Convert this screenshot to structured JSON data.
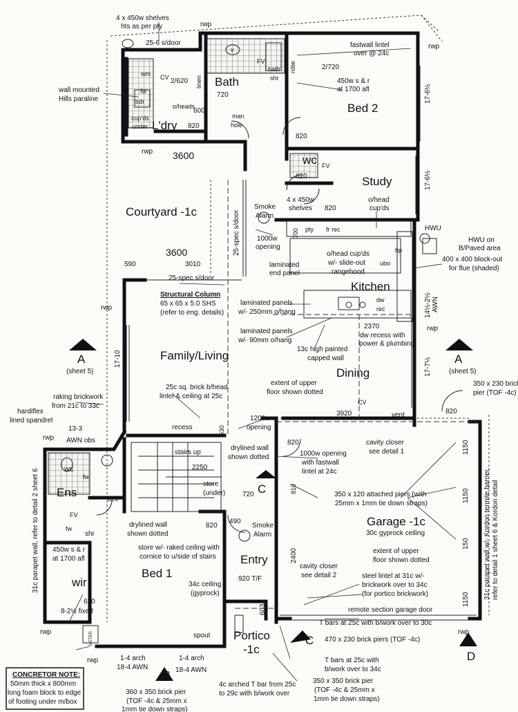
{
  "rooms": {
    "bath": "Bath",
    "bed2": "Bed 2",
    "ldry": "L'dry",
    "wc_upper": "wc",
    "study": "Study",
    "courtyard": "Courtyard -1c",
    "kitchen": "Kitchen",
    "family_living": "Family/Living",
    "dining": "Dining",
    "ens": "Ens",
    "wc_ens": "wc",
    "wir": "wir",
    "bed1": "Bed 1",
    "entry": "Entry",
    "garage": "Garage -1c",
    "portico_1": "Portico",
    "portico_2": "-1c"
  },
  "labels": {
    "shelves_top_1": "4 x 450w shelves",
    "shelves_top_2": "hts as per pty",
    "rwp_top": "rwp",
    "sdoor_256": "25-6 s/door",
    "rwp_topright": "rwp",
    "fastwall_1": "fastwall lintel",
    "fastwall_2": "over @ 24c",
    "v": "v",
    "fv_bath": "FV",
    "bath_shr_1": "bath",
    "bath_shr_2": "shr",
    "robe": "robe",
    "d2720": "2/720",
    "wm": "wm",
    "cv_ldry": "CV",
    "d2620": "2/620",
    "linen": "linen",
    "d720": "720",
    "wm_hills_1": "wall mounted",
    "wm_hills_2": "Hills paraline",
    "fw_ldry": "fw",
    "tub": "tub",
    "oheads": "o/heads",
    "d600": "600",
    "cupds_1": "cup'ds",
    "cupds_2": "under",
    "d820_ldry": "820",
    "manhole_1": "man",
    "manhole_2": "hole",
    "ws_bed2_1": "450w s & r",
    "ws_bed2_2": "at 1700 afl",
    "d176_bed2": "17-6½",
    "d820_bed2": "820",
    "rwp_ldry": "rwp",
    "d3600_top": "3600",
    "fv_wc": "FV",
    "d620_wc": "620",
    "d176_study": "17-6½",
    "shelves_study_1": "4 x 450w",
    "shelves_study_2": "shelves",
    "d820_study": "820",
    "ohead_cupds_1": "o/head",
    "ohead_cupds_2": "cup'ds",
    "smoke_alarm_1": "Smoke",
    "smoke_alarm_2": "Alarm",
    "opening_1000_1": "1000w",
    "opening_1000_2": "opening",
    "spec_sdoor_v": "25-spec s/door",
    "d700": "700",
    "pty": "pty",
    "frrec": "fr rec",
    "hwu": "HWU",
    "hwu_note_1": "HWU on",
    "hwu_note_2": "B/Paved area",
    "d3600_mid": "3600",
    "d590": "590",
    "d3010": "3010",
    "laminated_end_1": "laminated",
    "laminated_end_2": "end panel",
    "ohead_slide_1": "o/head cup'ds",
    "ohead_slide_2": "w/- slide-out",
    "ohead_slide_3": "rangehood",
    "ubo": "ubo",
    "hp": "hp",
    "blockout_1": "400 x 400 block-out",
    "blockout_2": "for flue (shaded)",
    "spec_sdoor_h": "25-spec s/door",
    "structural_col_title": "Structural Column",
    "structural_col_1": "65 x 65 x 5.0 SHS",
    "structural_col_2": "(refer to eng. details)",
    "lam_250_1": "laminated panels",
    "lam_250_2": "w/- 250mm o/hang",
    "dw_1": "dw",
    "dw_2": "rec",
    "awn": "AWN",
    "d1422": "14½-2½",
    "rwp_left": "rwp",
    "lam_90_1": "laminated panels",
    "lam_90_2": "w/- 90mm o/hang",
    "d2370": "2370",
    "dw_recess_1": "dw recess with",
    "dw_recess_2": "power & plumbing",
    "rwp_right": "rwp",
    "capped_wall_1": "13c high painted",
    "capped_wall_2": "capped wall",
    "sectionA_left": "A",
    "sectionA_left_sheet": "(sheet 5)",
    "sectionA_right": "A",
    "sectionA_right_sheet": "(sheet 5)",
    "d1710": "17-10",
    "d1772": "17-7½",
    "extent_upper_1": "extent of upper",
    "extent_upper_2": "floor shown dotted",
    "pier_350_1": "350 x 230 brick",
    "pier_350_2": "pier (TOF -4c)",
    "lintel_25_1": "25c sq. brick b/head",
    "lintel_25_2": "lintel & ceiling at 25c",
    "raking_1": "raking brickwork",
    "raking_2": "from 21c to 33c",
    "hardiflex_1": "hardiflex",
    "hardiflex_2": "lined spandrel",
    "cv_dining": "CV",
    "d3920": "3920",
    "vent": "vent",
    "d820_garage": "820",
    "d133": "13-3",
    "awn_obs": "AWN obs",
    "rwp_ens": "rwp",
    "opening_1200_1": "1200w",
    "opening_1200_2": "opening",
    "recess": "recess",
    "d530": "530",
    "d820_mid": "820",
    "cavity_1_1": "cavity closer",
    "cavity_1_2": "see detail 1",
    "parapet_left": "31c parapet wall, refer to detail 2 sheet 6",
    "stairs_up": "stairs up",
    "drylined_1": "drylined wall",
    "drylined_2": "shown dotted",
    "opening_fast_1": "1000w opening",
    "opening_fast_2": "with fastwall",
    "opening_fast_3": "lintel at 24c",
    "d1150_a": "1150",
    "d2250": "2250",
    "fw_ens": "fw",
    "store_1": "store",
    "store_2": "(under)",
    "d720_c": "720",
    "section_c_top": "C",
    "d810": "810",
    "attached_piers_1": "350 x 120 attached piers (with",
    "attached_piers_2": "25mm x 1mm tie down straps)",
    "d1150_b": "1150",
    "d620_ens": "620",
    "fv_ens": "FV",
    "fw_ens2": "fw",
    "shr_ens": "shr",
    "drylined_b1_1": "drylined wall",
    "drylined_b1_2": "shown dotted",
    "d820_b1": "820",
    "d490": "490",
    "smoke_b_1": "Smoke",
    "smoke_b_2": "Alarm",
    "gyprock_garage": "30c gyprock ceiling",
    "parapet_right_1": "31c parapet wall w/- Kordon termite barrier,",
    "parapet_right_2": "refer to detail 1 sheet 6 & Kordon detail",
    "ws_wir_1": "450w s & r",
    "ws_wir_2": "at 1700 afl",
    "store_raked_1": "store w/- raked ceiling with",
    "store_raked_2": "cornice to u/side of stairs",
    "d2400": "2400",
    "extent_garage_1": "extent of upper",
    "extent_garage_2": "floor shown dotted",
    "d150": "150",
    "cavity_2_1": "cavity closer",
    "cavity_2_2": "see detail 2",
    "ceiling_34_1": "34c ceiling",
    "ceiling_34_2": "(gyprock)",
    "tf_920": "920 T/F",
    "steel_lintel_1": "steel lintel at 31c w/-",
    "steel_lintel_2": "brickwork over to 34c",
    "steel_lintel_3": "(for portico brickwork)",
    "d620_wir": "620",
    "fixed_821": "8-2½ fixed",
    "d603": "603",
    "remote_door": "remote section garage door",
    "d1150_c": "1150",
    "rwp_wir": "rwp",
    "tbars_30": "T bars at 25c with b/work over to 30c",
    "spout": "spout",
    "pier_470": "470 x 230 brick piers (TOF -4c)",
    "rwp_garage": "rwp",
    "section_c_bot": "C",
    "meter": "METER",
    "tbars_34_1": "T bars at 25c with",
    "tbars_34_2": "b/work over to 34c",
    "section_d": "D",
    "rwp_bot": "rwp",
    "arch_1_1": "1-4 arch",
    "arch_1_2": "18-4 AWN",
    "arch_2_1": "1-4 arch",
    "arch_2_2": "18-4 AWN",
    "pier_350_350_1": "350 x 350 brick pier",
    "pier_350_350_2": "(TOF -4c & 25mm x",
    "pier_350_350_3": "1mm tie down straps)",
    "section_b": "B",
    "concretor_title": "CONCRETOR NOTE:",
    "concretor_1": "50mm thick x 800mm",
    "concretor_2": "long foam block to edge",
    "concretor_3": "of footing under m/box",
    "pier_360_1": "360 x 350 brick pier",
    "pier_360_2": "(TOF -4c & 25mm x",
    "pier_360_3": "1mm tie down straps)",
    "arched_4c_1": "4c arched T bar from 25c",
    "arched_4c_2": "to 29c with b/work over"
  }
}
